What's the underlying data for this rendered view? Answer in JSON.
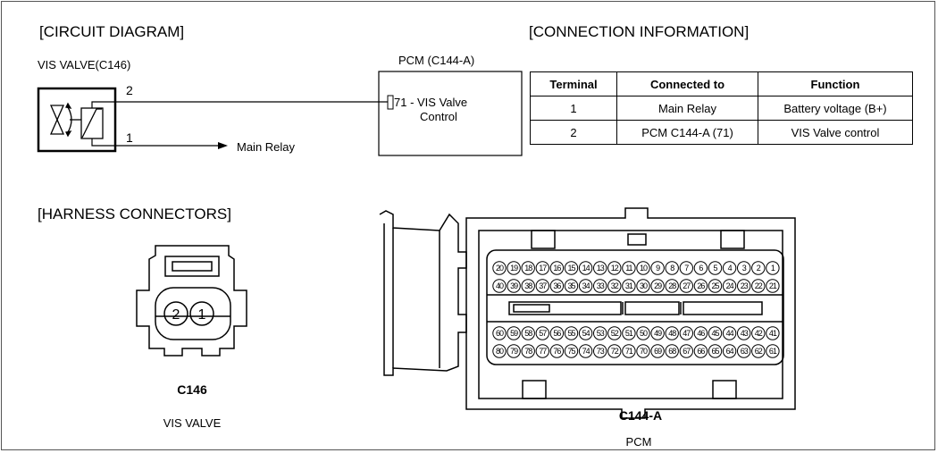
{
  "circuit": {
    "heading": "[CIRCUIT DIAGRAM]",
    "valve_label": "VIS VALVE(C146)",
    "pin2": "2",
    "pin1": "1",
    "main_relay": "Main Relay",
    "pcm_label": "PCM (C144-A)",
    "pcm_pin_line1": "71 - VIS Valve",
    "pcm_pin_line2": "Control"
  },
  "connection": {
    "heading": "[CONNECTION INFORMATION]",
    "headers": [
      "Terminal",
      "Connected to",
      "Function"
    ],
    "rows": [
      [
        "1",
        "Main Relay",
        "Battery voltage (B+)"
      ],
      [
        "2",
        "PCM C144-A (71)",
        "VIS Valve control"
      ]
    ]
  },
  "harness": {
    "heading": "[HARNESS CONNECTORS]",
    "c146_pins": [
      "2",
      "1"
    ],
    "c146_name": "C146",
    "c146_desc": "VIS VALVE",
    "c144_name": "C144-A",
    "c144_desc": "PCM",
    "c144_rows": [
      [
        "20",
        "19",
        "18",
        "17",
        "16",
        "15",
        "14",
        "13",
        "12",
        "11",
        "10",
        "9",
        "8",
        "7",
        "6",
        "5",
        "4",
        "3",
        "2",
        "1"
      ],
      [
        "40",
        "39",
        "38",
        "37",
        "36",
        "35",
        "34",
        "33",
        "32",
        "31",
        "30",
        "29",
        "28",
        "27",
        "26",
        "25",
        "24",
        "23",
        "22",
        "21"
      ],
      [
        "60",
        "59",
        "58",
        "57",
        "56",
        "55",
        "54",
        "53",
        "52",
        "51",
        "50",
        "49",
        "48",
        "47",
        "46",
        "45",
        "44",
        "43",
        "42",
        "41"
      ],
      [
        "80",
        "79",
        "78",
        "77",
        "76",
        "75",
        "74",
        "73",
        "72",
        "71",
        "70",
        "69",
        "68",
        "67",
        "66",
        "65",
        "64",
        "63",
        "62",
        "61"
      ]
    ]
  }
}
